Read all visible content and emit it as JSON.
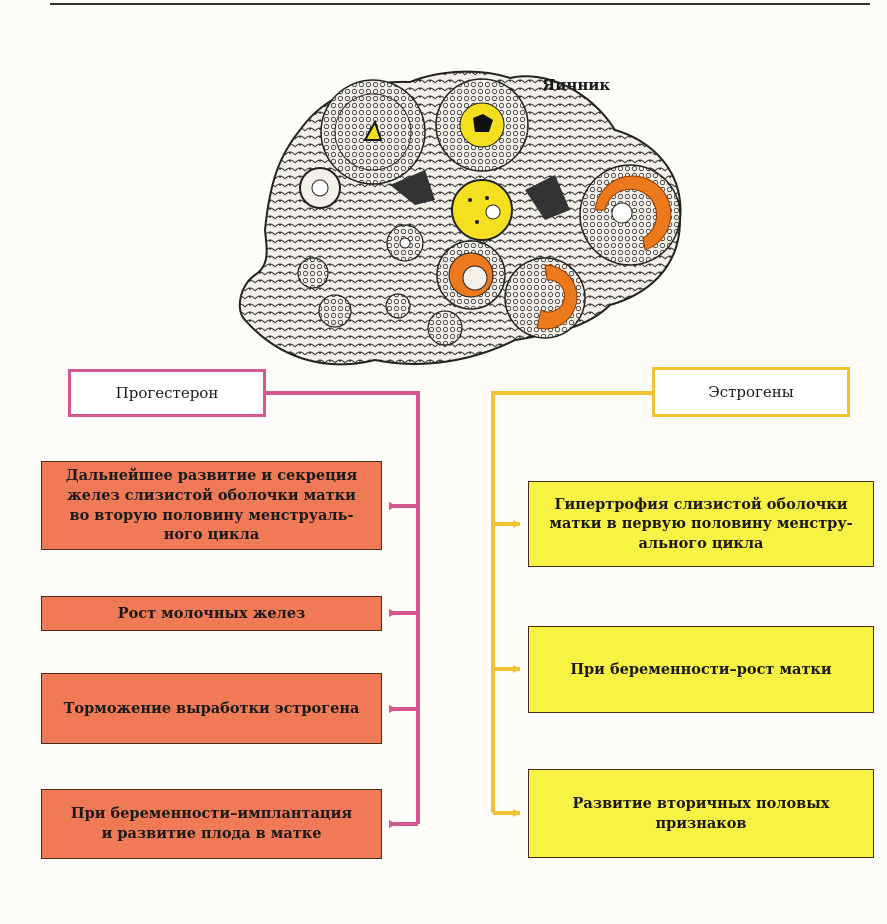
{
  "ovary": {
    "label": "Яичник"
  },
  "hormones": {
    "progesterone": "Прогестерон",
    "estrogens": "Эстрогены"
  },
  "progesterone_effects": [
    "Дальнейшее развитие и секреция\nжелез слизистой оболочки матки\nво вторую половину менструаль-\nного цикла",
    "Рост молочных желез",
    "Торможение выработки эстрогена",
    "При беременности–имплантация\nи развитие плода в матке"
  ],
  "estrogen_effects": [
    "Гипертрофия слизистой оболочки\nматки в первую половину менстру-\nального цикла",
    "При беременности–рост матки",
    "Развитие вторичных половых\nпризнаков"
  ],
  "colors": {
    "progesterone_line": "#d4588f",
    "estrogen_line": "#f4c430",
    "progesterone_box": "#ef7a55",
    "estrogen_box": "#f8f244",
    "follicle_yellow": "#f5e020",
    "follicle_orange": "#ec7a1c"
  }
}
